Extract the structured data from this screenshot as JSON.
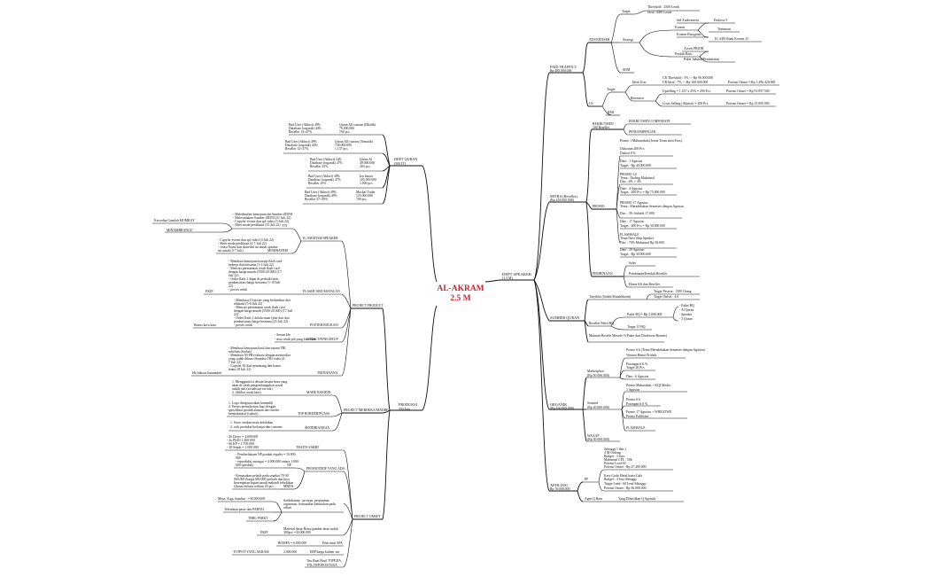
{
  "center": {
    "title": "AL-AKRAM",
    "subtitle": "2.5 M"
  },
  "right_root": {
    "label": "DEPT SPEAKER",
    "sub": "(1.5 M)"
  },
  "paid_traffic": {
    "label": "PAID TRAFFICT",
    "sub": "Rp 400.000.000",
    "advertiser": "ADVERTISER",
    "target": "Target",
    "target_val1": "Threshold : 2500 Leads",
    "target_val2": "Ideal: 5000 Leads",
    "strategi": "Strategi",
    "konten": "Konten",
    "jml_endorsment": "Jml Endorsment",
    "endorse_val": "Endorse 3",
    "konten_bisogram": "Konten Bisogram",
    "testimoni": "Testimoni",
    "ig_ads": "IG ADS Rank Konten 15",
    "produk_baru": "Produk Baru",
    "arsvet": "Arsvet PRIOR",
    "paket_jamaah": "Paket Jamaah/Pembatasan",
    "cs": "CS",
    "cs_target": "Target",
    "ideal_user": "Ideal User",
    "ideal1": "CR Threshold : 5% -> Rp 96.000.000",
    "ideal2": "CR Ideal : 7% -> Rp 160.000.000",
    "ideal3": "Potensi Omset = Rp 1.296.420.000",
    "retensi": "Retention",
    "upselling": "Upselling = 1.167 x 25% = 290 Pcs",
    "upselling_val": "Potensi Omset = Rp 91.097.500",
    "cross": "Cross Selling (Akhirat) = 200 Pcs",
    "cross_val": "Potensi Omset = Rp 35.000.000",
    "rmi": "RMI",
    "sdm": "SDM"
  },
  "mitra": {
    "label": "MITRA (Reseller)",
    "sub": "(Rp 418.000.000)",
    "rekrutmen": "REKRUTMEN",
    "rek_val": "100 Reseller",
    "rek_a": "REKRUTMEN CORPORATE",
    "rek_b": "PENDAMPINGAN",
    "promo": "PROMO",
    "promo1": "Promo 1 Mubarrakah (Jewar Team sken Teas)",
    "promo1b": "Diskonan 200 Pcs",
    "promo1c": "Diskon 8 %",
    "promo1d": "Date : 1 Agustus",
    "promo1e": "Target : Rp 40.000.000",
    "promo2": "PROMO 3.0",
    "promo2b": "Tema : Dialing Maksimal",
    "promo2c": "Disc : 6% + 4%",
    "promo2d": "Date : 4 Agustus",
    "promo2e": "Target : 200 Pcs = Rp 75.000.000",
    "promo3": "PROMO 17 Agustus",
    "promo3b": "Tema : Meradekakan Semester dengan Agustus",
    "promo3c": "Disc : 5% Subsidi 17.000",
    "promo3d": "Date : 17 Agustus",
    "promo3e": "Target : 200 Pcs = Rp 30.000.000",
    "flash": "FLASHSALE",
    "flash_b": "Tema Nirsi Ship Speaker",
    "flash_c": "Disc : 70% Maksimal Rp 50.000",
    "flash_d": "Date : 29 Agustus",
    "flash_e": "Target : Rp 30.000.000",
    "pembinaan": "PEMBINAAN",
    "pembinaan1": "Sales",
    "pembinaan2": "Pembinaan/Kendali Reseller",
    "pembinaan3": "Home Kli dan Reseller"
  },
  "sumber_quran": {
    "label": "SUMBER QURAN",
    "sq1": "Tasyikha (Sudah Mutakhkiran)",
    "sq1a": "Target Peserta : 1500 Orang",
    "sq1b": "Target Omset : 4.6",
    "sq2": "Reseller Paket BQ",
    "sq2a": "Paket BQ = Rp 3.000.000",
    "sq2b": "Target 15 BQ",
    "sq2_opts": [
      "- Paket BQ",
      "- Al Quran",
      "- Speaker",
      "- 3 Quran"
    ],
    "sq3": "Mukmin Reselle Metode 3 (Paket dari Direktorat Bonner)"
  },
  "organik": {
    "label": "ORGANIK",
    "sub": "(Rp 100.000.000)",
    "market": "Marketplace",
    "market_sub": "(Rp 50.000.000)",
    "market1": "Promo 6.6 (Tema Meradekakan Semester dengan Agustus)",
    "market1b": "Ventura Rimot Produk",
    "market2": "Potongan 6.6 %",
    "market2b": "Target 20 Pcs",
    "market3": "Date : 6 Agustus",
    "sosmed": "Sosmed",
    "sosmed_sub": "(Rp 20.000.000)",
    "sosmed1": "Promo Mubarakah + KQI Media",
    "sosmed1b": "1 Agustus",
    "sosmed2": "Promo 6.6",
    "sosmed2b": "Potongan 6.6 %",
    "sosmed3": "Promo 17 Agustus + WHEATWE",
    "sosmed3b": "Promo Publishor",
    "sosmed4": "FLASHSALE",
    "wa": "WAAAP",
    "wa_sub": "(Rp 30.000.000)"
  },
  "affiliasi": {
    "label": "AFFILIASI",
    "sub": "Rp 76.000.000",
    "pf": "PF",
    "pf1": "Sibtaggs 1 dan 1",
    "pf1b": "4 M Ordong",
    "pf1c": "Budget : 3 Juta",
    "pf1d": "Maksimal CPL : 50k",
    "pf1e": "Potensi Lead 60",
    "pf1f": "Potensi Omset : Rp 27.400.000",
    "pf2": "Kera Guda Metal karia Gala",
    "pf2b": "Budget : 3 Juta Sibtaggs",
    "pf2c": "Target Lead : 60 Lead Sibtaggs",
    "pf2d": "Potensi Omset : Rp 36.000.000",
    "agen": "Agen Q Baru",
    "agen_val": "Yang Dihasilkan Q Agensik"
  },
  "dept_quran": {
    "label": "DEPT QURAN",
    "sub": "(500 JT)",
    "items": [
      {
        "a": "Bad User (Akhwi) 49%",
        "b": "Database (organik) 44%",
        "c": "Reseller 12+47%",
        "d": "Quran All custom (Hifzdh)",
        "e": "70.000.000",
        "f": "700 pcs"
      },
      {
        "a": "Bad User (Akhwi) 49%",
        "b": "Database (organik) 44%",
        "c": "Reseller 12+47%",
        "d": "Quran All custom (Tematik)",
        "e": "130.000.000",
        "f": "1.137 pcs"
      },
      {
        "a": "Bad User (Akhwi) 24%",
        "b": "Database (organik) 47%",
        "c": "Reseller 25%",
        "d": "Quran Al",
        "e": "49.000.000",
        "f": "263 pcs"
      },
      {
        "a": "Bad User (Akhwi) 49%",
        "b": "Database (organik) 47%",
        "c": "Reseller 25%",
        "d": "Iza Insara",
        "e": "105.000.000",
        "f": "1.000 pcs"
      },
      {
        "a": "Bad User (Akhwi) 49%",
        "b": "Database (organik) 49%",
        "c": "Reseller 27+49%",
        "d": "Mushaf Tudin",
        "e": "125.000.000",
        "f": "700 pcs"
      }
    ]
  },
  "produksi": {
    "label": "PRODUKSI",
    "sub": "350 Juta",
    "product": {
      "label": "PROJECT PRODUCT",
      "ig": "IG SMATISM SPEAKER",
      "ig_a": "- Meledmalise kemajuan dai Sumber ZIDNI",
      "ig_b": "- Meresmiakan Sumber ZIDNI (31 Juli 22)",
      "ig_c": "- Copyfer events dan spl video (3 Juli 22)",
      "ig_d": "- Meet mode prediksan (15 Juli 22)",
      "ig_left": "Kecerdan Gumlah MOMRAY",
      "ig_left2": "MINAMBRANGI?",
      "tvi": "TVI",
      "prog": "MOMRAYREI",
      "prog_a": "- Copyfer events dan spl video (4 Juli 22)",
      "prog_b": "- Meet mode prediksan (4-7 Juli 22)",
      "prog_c": "- cetasi Nomi dan sharedin ini untuk speaker",
      "prog_d": "ini untuk (5-7 Juli)",
      "fl": "FLASHCARD MATALAN",
      "fl_a": "- Membuat kemajuan konsep flash card",
      "fl_b": "bekerja dan bersama (1-4 Juli 22)",
      "fl_c": "- Mencari permintaan cetak flash card",
      "fl_d": "dengan harga murah (5500-20.000) (17",
      "fl_e": "Juli 22)",
      "fl_f": "- Order flash 1 dapat di perbaiki bulu",
      "fl_g": "pembayaran (harga bersama (1-10 Juli",
      "fl_h": "22)",
      "fl_i": "- proses cetak",
      "fl_left": "EKIP",
      "poster": "POSTER EDUKASI",
      "poster_a": "- Membuat 10 poster yang berkembat dari",
      "poster_b": "edukatif (5-6 Juli 22)",
      "poster_c": "- Mencari permintaan cetak flash card",
      "poster_d": "dengan harga murah (5500-20.000) (17 Juli",
      "poster_e": "22)",
      "poster_f": "- Order flash 1 dalulu muat (jilat dari dua",
      "poster_g": "pembayaran (harga bersama (25 Juli 22)",
      "poster_h": "- proses cetak",
      "poster_left": "Bonus kaca kata",
      "not": "NOTACONNELDEUP",
      "not_a": "- Sesuai Ide",
      "not_b": "- nota cetak pih yang bisa buat",
      "tbi": "TBI BANANA",
      "tbi_a": "- Membuat kemajuan hasil dan tujuan TBI",
      "tbi_b": "sebelum (Jualan)",
      "tbi_c": "- Membuat 50 PR evaluasi dengan memeriksa",
      "tbi_d": "yang sudah dibuat (Standisa TBI video (2-",
      "tbi_e": "7 Juli 22)",
      "tbi_f": "- Copyfer 50 dari pemenang dan kamu",
      "tbi_g": "teams (8 Juli 22)",
      "tbi_left": "Ide bahasa kumandati"
    },
    "merdeka": {
      "label": "PROJECT MERDEKA/MADRE",
      "mb": "MADE BASIDIN",
      "mb_a": "1. Mengganti/isi desain desain baru yang",
      "mb_b": "akan di cetak pengembanguhan sosial",
      "mb_c": "sudah jadi (sosialisasi ori-nik)",
      "mb_d": "2. (dilihat cetak baru)",
      "top": "TOP BORDER/PGASS",
      "top_a": "1. Logo diregistrasikan kemenhk",
      "top_b": "2. Proses permohonan logo dengan",
      "top_c": "spesifikasi produk alaman dari border",
      "top_d": "beemaksimal (sukses)",
      "sem": "SEMDHIANIGIA",
      "sem_a": "1. Store cetakan mata kelalakan",
      "sem_b": "2. cetk produksi berlanjut dan custome"
    },
    "omset": {
      "label": "PROJECT OMSET",
      "tk": "TRAITS SARRT",
      "tk_a": "- 26 Dowe = 4.000.000",
      "tk_b": "- 4x PlyEI 1.200.000",
      "tk_c": "- 60 KP = 1.700.000",
      "tk_d": "- 30 Sepuh = 1.000.000",
      "np": "NP",
      "np_a": "- Pemberlakuan NP produk reguler = 10.000.",
      "np_b": "000",
      "np_c": "- reproduksi antasgai = 4.000.000 antara 1.000.",
      "np_d": "000 (produk)",
      "pr": "PROMOTEDF YANG ADA",
      "mitra": "MBDA",
      "mitra_a": "- Kemasukan pelatih pada sepakat 70-30",
      "mitra_b": "000.000 (harga 000.000) pelatih dua kiya",
      "mitra_c": "kesempatan kapan nasuh makaidi sebelukan",
      "mitra_d": "Qurani terbaru terbaru 20 pcs",
      "mba": "Mesa, Arga, humbar : =30.000.000",
      "mba_b": "Sarthikumat : proseps, perpisanan,",
      "mba_c": "organisasi, komunikas kebutuhan pada",
      "mba_d": "orhan",
      "tsp": "Tekrahaan pasar dan PARTAI",
      "tbl": "TBBL PARKT",
      "ekip": "EKIP",
      "ekip_a": "Material dasar Rrasa gambar akan sudah",
      "ekip_b": "300pcs =30.000.000",
      "bmpa": "BOMPA = 6.000.000",
      "bmpa_b": "Print mini SPA",
      "tpc": "TOTPOT YANG AKRAM",
      "tpc_b": "2.000.000",
      "tpc_c": "IMP harga kuliner sin",
      "tnu": "Tnu Buat Hasil TOPEDA",
      "tnu_b": "TNL/INFOPOSTUDA"
    }
  }
}
